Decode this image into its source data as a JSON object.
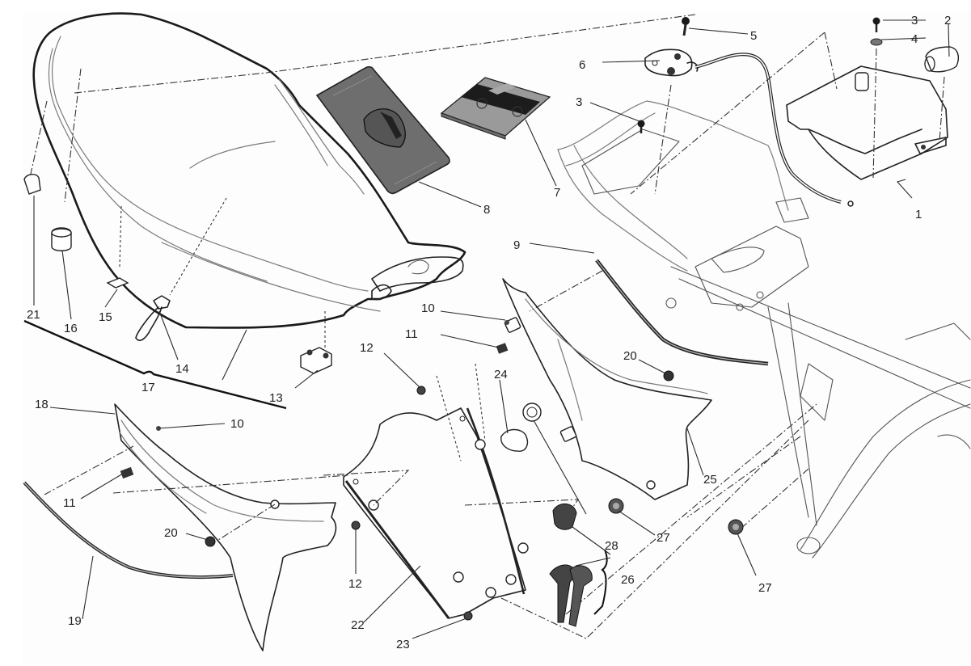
{
  "diagram": {
    "type": "exploded-parts-view",
    "subject": "Motorcycle seat, side panels and rear subframe"
  },
  "callouts": [
    {
      "id": "c1",
      "label": "1"
    },
    {
      "id": "c2",
      "label": "2"
    },
    {
      "id": "c3a",
      "label": "3"
    },
    {
      "id": "c3b",
      "label": "3"
    },
    {
      "id": "c4",
      "label": "4"
    },
    {
      "id": "c5",
      "label": "5"
    },
    {
      "id": "c6",
      "label": "6"
    },
    {
      "id": "c7",
      "label": "7"
    },
    {
      "id": "c8",
      "label": "8"
    },
    {
      "id": "c9",
      "label": "9"
    },
    {
      "id": "c10a",
      "label": "10"
    },
    {
      "id": "c10b",
      "label": "10"
    },
    {
      "id": "c11a",
      "label": "11"
    },
    {
      "id": "c11b",
      "label": "11"
    },
    {
      "id": "c12a",
      "label": "12"
    },
    {
      "id": "c12b",
      "label": "12"
    },
    {
      "id": "c13",
      "label": "13"
    },
    {
      "id": "c14",
      "label": "14"
    },
    {
      "id": "c15",
      "label": "15"
    },
    {
      "id": "c16",
      "label": "16"
    },
    {
      "id": "c17",
      "label": "17"
    },
    {
      "id": "c18",
      "label": "18"
    },
    {
      "id": "c19",
      "label": "19"
    },
    {
      "id": "c20a",
      "label": "20"
    },
    {
      "id": "c20b",
      "label": "20"
    },
    {
      "id": "c21",
      "label": "21"
    },
    {
      "id": "c22",
      "label": "22"
    },
    {
      "id": "c23",
      "label": "23"
    },
    {
      "id": "c24",
      "label": "24"
    },
    {
      "id": "c25",
      "label": "25"
    },
    {
      "id": "c26",
      "label": "26"
    },
    {
      "id": "c27a",
      "label": "27"
    },
    {
      "id": "c27b",
      "label": "27"
    },
    {
      "id": "c28",
      "label": "28"
    }
  ],
  "parts": {
    "seat": "seat",
    "seat_cover_bag": "seat cover bag",
    "manual": "owner manual",
    "lock": "seat lock",
    "cable": "seat release cable",
    "tray": "battery/tool tray",
    "subframe": "rear subframe",
    "left_side_panel": "left side panel",
    "right_side_panel": "right side panel",
    "keys": "keys"
  },
  "colors": {
    "line": "#1a1a1a",
    "part_dark": "#6e6e6e",
    "background": "#ffffff"
  }
}
